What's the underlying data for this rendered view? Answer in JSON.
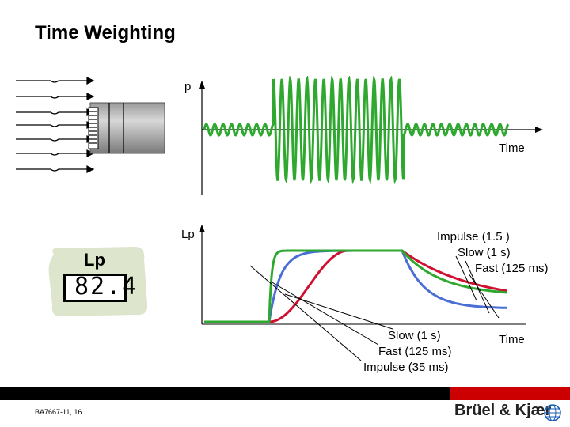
{
  "title": "Time Weighting",
  "top_graph": {
    "y_label": "p",
    "x_label": "Time"
  },
  "bottom_graph": {
    "y_label": "Lp",
    "x_label": "Time",
    "decay_labels": [
      "Impulse (1.5 )",
      "Slow (1 s)",
      "Fast (125 ms)"
    ],
    "rise_labels": [
      "Slow (1 s)",
      "Fast (125 ms)",
      "Impulse (35 ms)"
    ]
  },
  "meter": {
    "label": "Lp",
    "value": "82.4"
  },
  "footer": {
    "code": "BA7667-11, 16",
    "brand": "Brüel & Kjær"
  },
  "colors": {
    "signal": "#2ea82e",
    "slow": "#d01030",
    "fast": "#4a6fd4",
    "impulse": "#2ea82e",
    "meter_blob": "#dde6cc",
    "footer_red": "#cc0000"
  },
  "chart_data": {
    "type": "line",
    "series": [
      {
        "name": "Impulse (35 ms)",
        "color": "#2ea82e"
      },
      {
        "name": "Fast (125 ms)",
        "color": "#4a6fd4"
      },
      {
        "name": "Slow (1 s)",
        "color": "#d01030"
      }
    ]
  }
}
